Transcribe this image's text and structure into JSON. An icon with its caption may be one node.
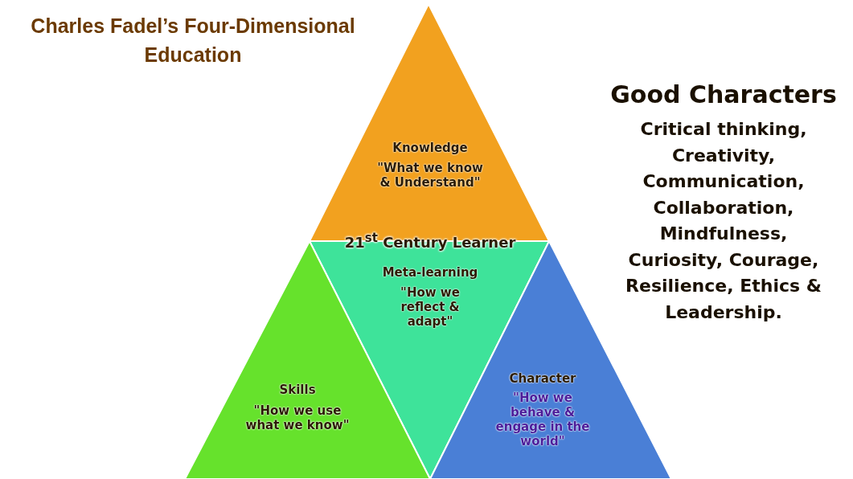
{
  "diagram": {
    "title": "Charles Fadel’s Four-Dimensional Education",
    "nodes": [
      {
        "text": [
          "Knowledge",
          "\"What we know & Understand\""
        ]
      },
      {
        "text": [
          "Meta-learning",
          "\"How we reflect & adapt\""
        ]
      },
      {
        "text": [
          "Skills",
          "\"How we use what we know\""
        ]
      },
      {
        "text": [
          "Character",
          "\"How we behave & engage in the world\""
        ]
      }
    ],
    "edges": [],
    "labels": [
      "21$^{st}$ Century Learner",
      "Good Characters",
      "Critical thinking, Creativity, Communication, Collaboration, Mindfulness, Curiosity, Courage, Resilience, Ethics & Leadership."
    ]
  }
}
